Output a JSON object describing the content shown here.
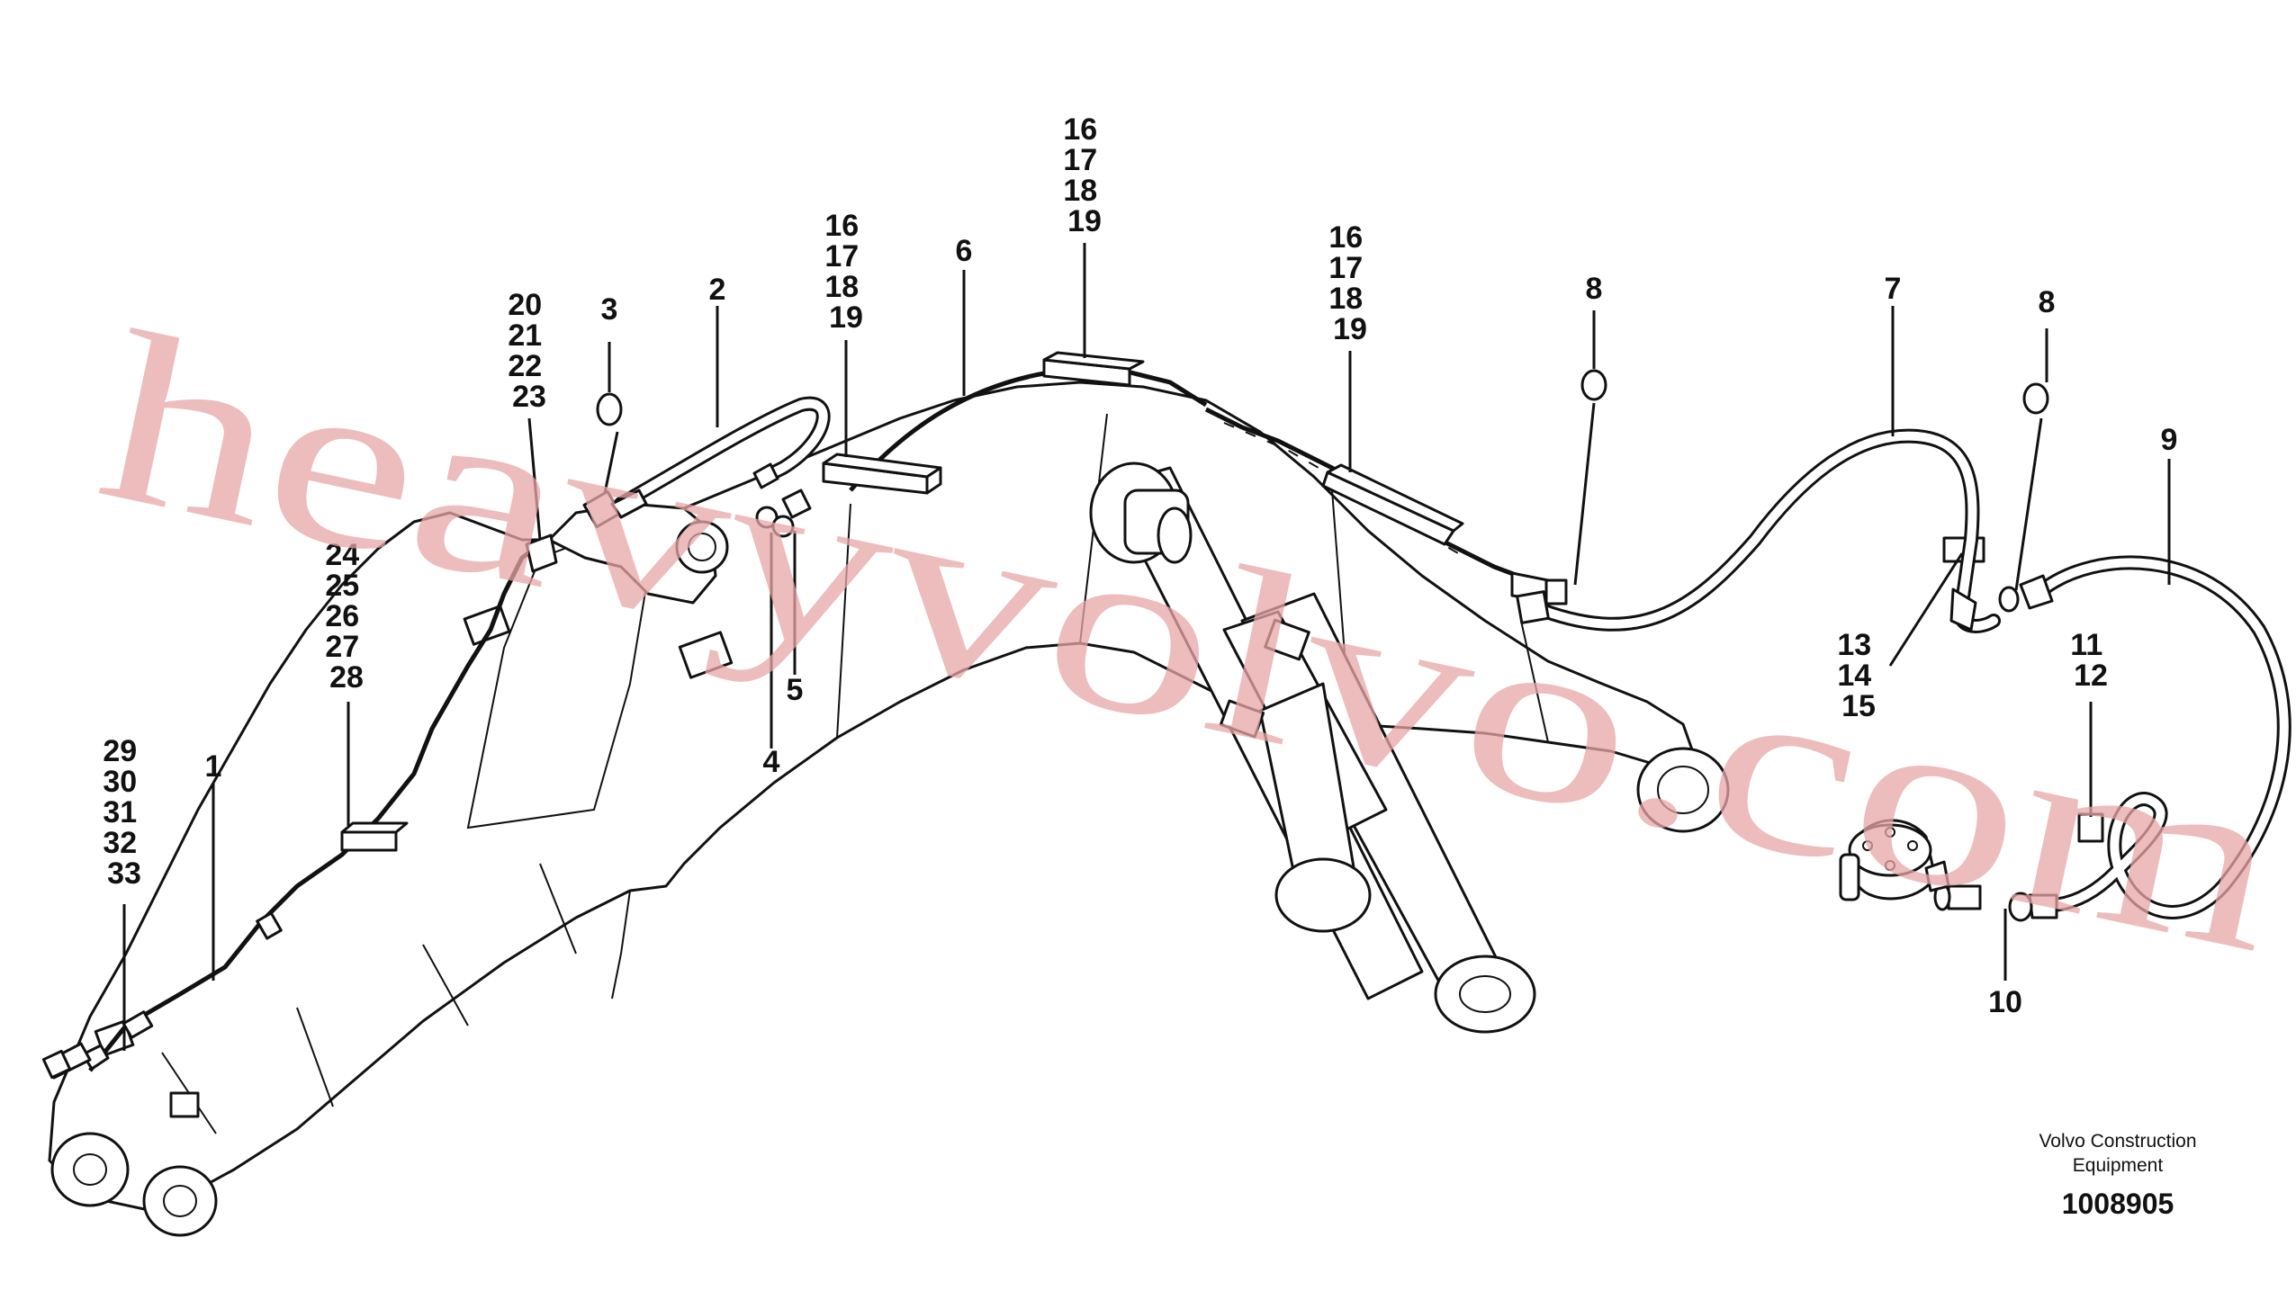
{
  "watermark": "heavyvolvo.com",
  "brand": {
    "line1": "Volvo Construction",
    "line2": "Equipment",
    "drawing_number": "1008905"
  },
  "callouts": {
    "c1": "1",
    "c2": "2",
    "c3": "3",
    "c4": "4",
    "c5": "5",
    "c6": "6",
    "c7": "7",
    "c8a": "8",
    "c8b": "8",
    "c9": "9",
    "c10": "10",
    "c11_12": [
      "11",
      "12"
    ],
    "c13_15": [
      "13",
      "14",
      "15"
    ],
    "c16_19_a": [
      "16",
      "17",
      "18",
      "19"
    ],
    "c16_19_b": [
      "16",
      "17",
      "18",
      "19"
    ],
    "c16_19_c": [
      "16",
      "17",
      "18",
      "19"
    ],
    "c20_23": [
      "20",
      "21",
      "22",
      "23"
    ],
    "c24_28": [
      "24",
      "25",
      "26",
      "27",
      "28"
    ],
    "c29_33": [
      "29",
      "30",
      "31",
      "32",
      "33"
    ]
  }
}
